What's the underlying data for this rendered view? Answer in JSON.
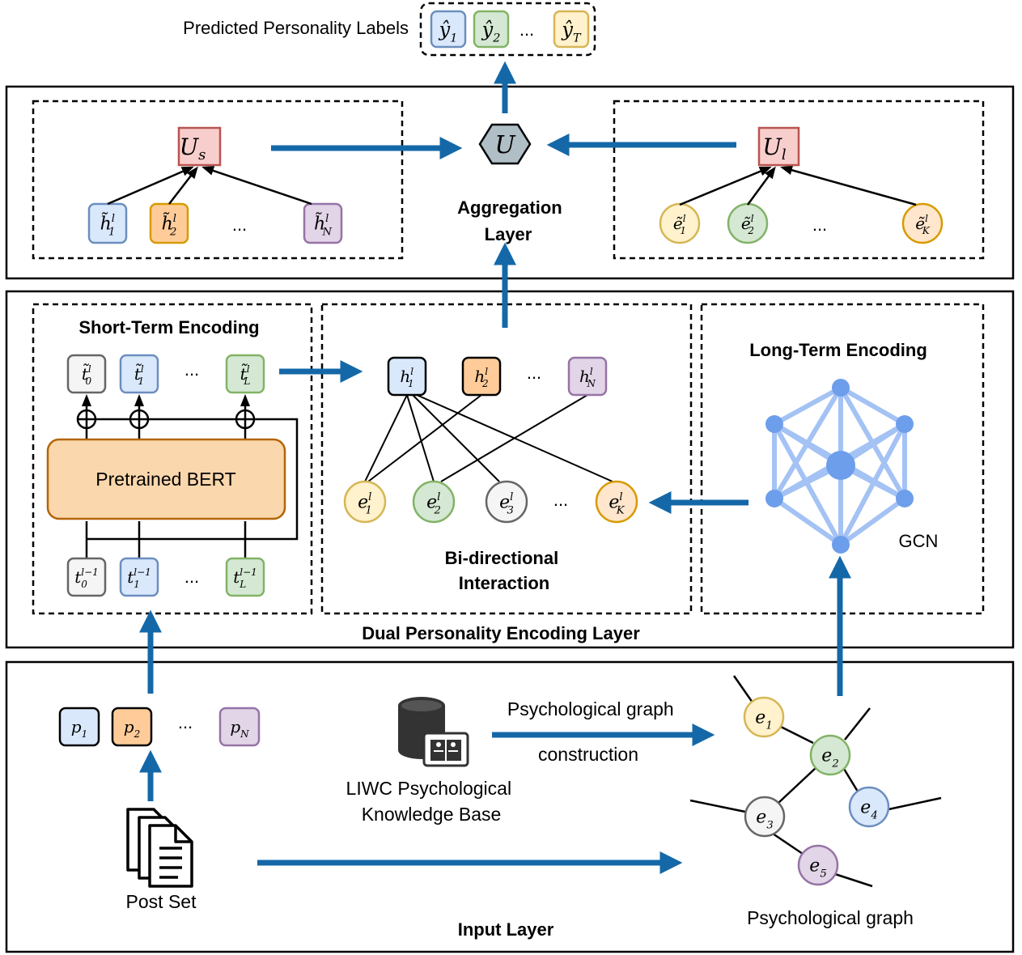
{
  "output": {
    "label": "Predicted Personality Labels",
    "items": [
      {
        "base": "ŷ",
        "sub": "1",
        "fill": "#dae8fc",
        "stroke": "#6c8ebf"
      },
      {
        "base": "ŷ",
        "sub": "2",
        "fill": "#d5e8d4",
        "stroke": "#82b366"
      },
      {
        "base": "ŷ",
        "sub": "T",
        "fill": "#fff2cc",
        "stroke": "#d6b656"
      }
    ],
    "ellipsis": "..."
  },
  "aggregation": {
    "title_line1": "Aggregation",
    "title_line2": "Layer",
    "U": "U",
    "Us": {
      "base": "U",
      "sub": "s"
    },
    "Ul": {
      "base": "U",
      "sub": "l"
    },
    "left_nodes": [
      {
        "base": "h̃",
        "sup": "l",
        "sub": "1",
        "fill": "#dae8fc",
        "stroke": "#6c8ebf"
      },
      {
        "base": "h̃",
        "sup": "l",
        "sub": "2",
        "fill": "#ffcc99",
        "stroke": "#d79b00"
      },
      {
        "base": "h̃",
        "sup": "l",
        "sub": "N",
        "fill": "#e1d5e7",
        "stroke": "#9673a6"
      }
    ],
    "right_nodes": [
      {
        "base": "ẽ",
        "sup": "l",
        "sub": "1",
        "fill": "#fff2cc",
        "stroke": "#d6b656"
      },
      {
        "base": "ẽ",
        "sup": "l",
        "sub": "2",
        "fill": "#d5e8d4",
        "stroke": "#82b366"
      },
      {
        "base": "ẽ",
        "sup": "l",
        "sub": "K",
        "fill": "#ffe6cc",
        "stroke": "#d79b00"
      }
    ],
    "ellipsis": "..."
  },
  "dual": {
    "layer_title": "Dual Personality Encoding Layer",
    "short_term_title": "Short-Term Encoding",
    "bert_label": "Pretrained BERT",
    "top_tokens": [
      {
        "base": "t̃",
        "sup": "l",
        "sub": "0",
        "fill": "#f5f5f5",
        "stroke": "#666666"
      },
      {
        "base": "t̃",
        "sup": "l",
        "sub": "1",
        "fill": "#dae8fc",
        "stroke": "#6c8ebf"
      },
      {
        "base": "t̃",
        "sup": "l",
        "sub": "L",
        "fill": "#d5e8d4",
        "stroke": "#82b366"
      }
    ],
    "bottom_tokens": [
      {
        "base": "t",
        "sup": "l−1",
        "sub": "0",
        "fill": "#f5f5f5",
        "stroke": "#666666"
      },
      {
        "base": "t",
        "sup": "l−1",
        "sub": "1",
        "fill": "#dae8fc",
        "stroke": "#6c8ebf"
      },
      {
        "base": "t",
        "sup": "l−1",
        "sub": "L",
        "fill": "#d5e8d4",
        "stroke": "#82b366"
      }
    ],
    "bi_title_line1": "Bi-directional",
    "bi_title_line2": "Interaction",
    "h_nodes": [
      {
        "base": "h",
        "sup": "l",
        "sub": "1",
        "fill": "#dae8fc",
        "stroke": "#000000"
      },
      {
        "base": "h",
        "sup": "l",
        "sub": "2",
        "fill": "#ffcc99",
        "stroke": "#000000"
      },
      {
        "base": "h",
        "sup": "l",
        "sub": "N",
        "fill": "#e1d5e7",
        "stroke": "#9673a6"
      }
    ],
    "e_nodes": [
      {
        "base": "e",
        "sup": "l",
        "sub": "1",
        "fill": "#fff2cc",
        "stroke": "#d6b656"
      },
      {
        "base": "e",
        "sup": "l",
        "sub": "2",
        "fill": "#d5e8d4",
        "stroke": "#82b366"
      },
      {
        "base": "e",
        "sup": "l",
        "sub": "3",
        "fill": "#f5f5f5",
        "stroke": "#666666"
      },
      {
        "base": "e",
        "sup": "l",
        "sub": "K",
        "fill": "#ffe6cc",
        "stroke": "#d79b00"
      }
    ],
    "long_term_title": "Long-Term Encoding",
    "gcn_label": "GCN",
    "ellipsis": "..."
  },
  "input": {
    "layer_title": "Input Layer",
    "posts": [
      {
        "base": "p",
        "sub": "1",
        "fill": "#dae8fc",
        "stroke": "#000000"
      },
      {
        "base": "p",
        "sub": "2",
        "fill": "#ffcc99",
        "stroke": "#000000"
      },
      {
        "base": "p",
        "sub": "N",
        "fill": "#e1d5e7",
        "stroke": "#9673a6"
      }
    ],
    "post_set_label": "Post Set",
    "kb_line1": "LIWC Psychological",
    "kb_line2": "Knowledge Base",
    "arrow_label_line1": "Psychological graph",
    "arrow_label_line2": "construction",
    "graph_label": "Psychological graph",
    "graph_nodes": [
      {
        "base": "e",
        "sub": "1",
        "fill": "#fff2cc",
        "stroke": "#d6b656"
      },
      {
        "base": "e",
        "sub": "2",
        "fill": "#d5e8d4",
        "stroke": "#82b366"
      },
      {
        "base": "e",
        "sub": "3",
        "fill": "#f5f5f5",
        "stroke": "#666666"
      },
      {
        "base": "e",
        "sub": "4",
        "fill": "#dae8fc",
        "stroke": "#6c8ebf"
      },
      {
        "base": "e",
        "sub": "5",
        "fill": "#e1d5e7",
        "stroke": "#9673a6"
      }
    ],
    "ellipsis": "..."
  },
  "colors": {
    "arrow": "#1468a8",
    "gcn_node": "#6d9eeb",
    "gcn_edge": "#a4c2f4",
    "U_hex_fill": "#b0bec5",
    "U_box_fill": "#f8cecc",
    "U_box_stroke": "#b85450",
    "bert_fill": "#fad7ac",
    "bert_stroke": "#b46504"
  }
}
